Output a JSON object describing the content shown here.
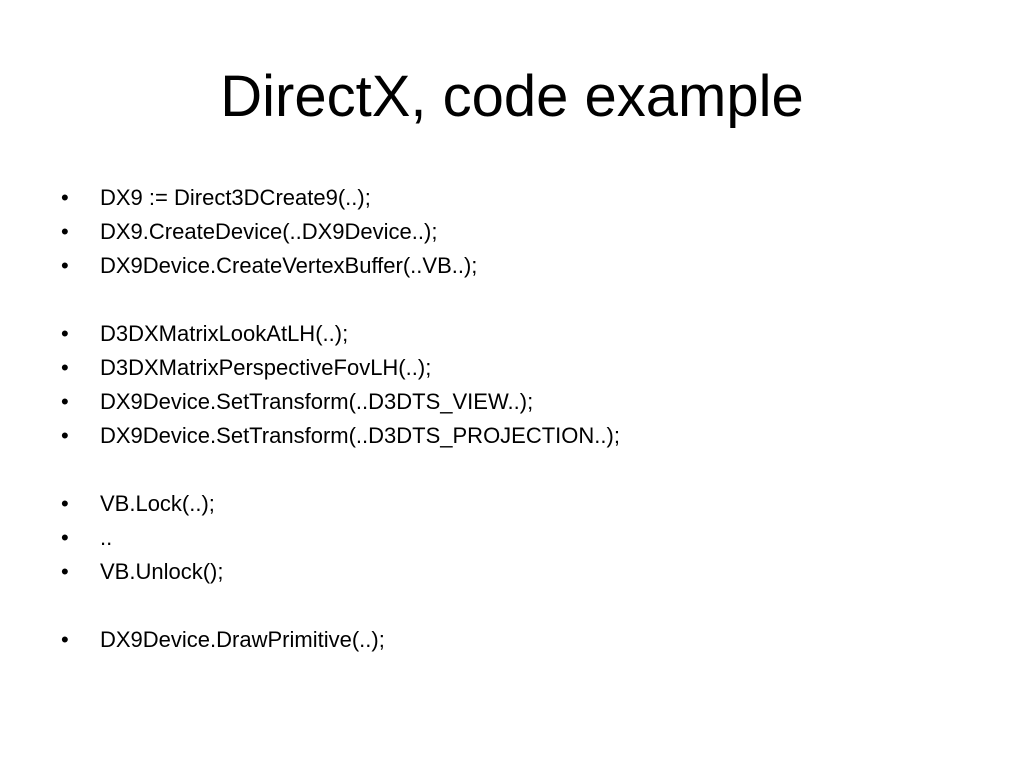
{
  "slide": {
    "title": "DirectX, code example",
    "bullet_symbol": "•",
    "bullets": [
      {
        "text": "DX9 := Direct3DCreate9(..);",
        "gap_before": false
      },
      {
        "text": "DX9.CreateDevice(..DX9Device..);",
        "gap_before": false
      },
      {
        "text": "DX9Device.CreateVertexBuffer(..VB..);",
        "gap_before": false
      },
      {
        "text": "D3DXMatrixLookAtLH(..);",
        "gap_before": true
      },
      {
        "text": "D3DXMatrixPerspectiveFovLH(..);",
        "gap_before": false
      },
      {
        "text": "DX9Device.SetTransform(..D3DTS_VIEW..);",
        "gap_before": false
      },
      {
        "text": "DX9Device.SetTransform(..D3DTS_PROJECTION..);",
        "gap_before": false
      },
      {
        "text": "VB.Lock(..);",
        "gap_before": true
      },
      {
        "text": "..",
        "gap_before": false
      },
      {
        "text": "VB.Unlock();",
        "gap_before": false
      },
      {
        "text": "DX9Device.DrawPrimitive(..);",
        "gap_before": true
      }
    ]
  }
}
